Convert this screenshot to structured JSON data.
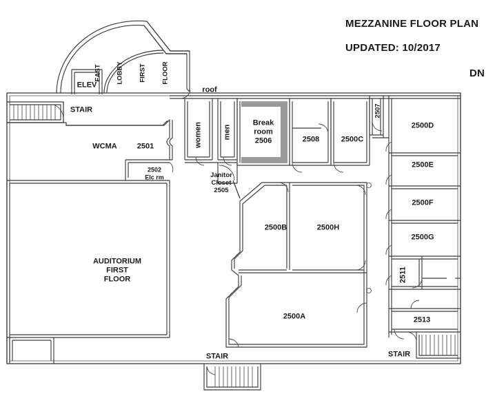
{
  "document": {
    "title": "MEZZANINE FLOOR PLAN",
    "updated": "UPDATED: 10/2017",
    "direction_marker": "DN"
  },
  "colors": {
    "wall": "#3a3a3a",
    "outer_wall": "#333333",
    "door": "#4a4a4a",
    "shaded_chase": "#9a9a9a",
    "background": "#ffffff",
    "text": "#1a1a1a"
  },
  "labels": {
    "east_lobby": "EAST\nLOBBY\nFIRST\nFLOOR",
    "east_lobby_lines": [
      "EAST",
      "LOBBY",
      "FIRST",
      "FLOOR"
    ],
    "elev": "ELEV",
    "stair_top_left": "STAIR",
    "stair_bottom_center": "STAIR",
    "stair_bottom_right": "STAIR",
    "roof": "roof",
    "wcma": "WCMA",
    "auditorium_lines": [
      "AUDITORIUM",
      "FIRST",
      "FLOOR"
    ],
    "janitor_lines": [
      "Janitor",
      "Closet",
      "2505"
    ],
    "elc_rm_lines": [
      "2502",
      "Elc rm"
    ],
    "break_room_lines": [
      "Break",
      "room",
      "2506"
    ],
    "women": "women",
    "men": "men"
  },
  "rooms": [
    {
      "id": "2501",
      "label": "2501",
      "orientation": "horizontal"
    },
    {
      "id": "2502",
      "label": "2502",
      "sublabel": "Elc rm",
      "orientation": "horizontal"
    },
    {
      "id": "2505",
      "label": "2505",
      "name": "Janitor Closet",
      "orientation": "horizontal"
    },
    {
      "id": "2506",
      "label": "2506",
      "name": "Break room",
      "orientation": "horizontal"
    },
    {
      "id": "2507",
      "label": "2507",
      "orientation": "vertical"
    },
    {
      "id": "2508",
      "label": "2508",
      "orientation": "horizontal"
    },
    {
      "id": "2500C",
      "label": "2500C",
      "orientation": "horizontal"
    },
    {
      "id": "2500D",
      "label": "2500D",
      "orientation": "horizontal"
    },
    {
      "id": "2500E",
      "label": "2500E",
      "orientation": "horizontal"
    },
    {
      "id": "2500F",
      "label": "2500F",
      "orientation": "horizontal"
    },
    {
      "id": "2500G",
      "label": "2500G",
      "orientation": "horizontal"
    },
    {
      "id": "2500B",
      "label": "2500B",
      "orientation": "horizontal"
    },
    {
      "id": "2500H",
      "label": "2500H",
      "orientation": "horizontal"
    },
    {
      "id": "2500A",
      "label": "2500A",
      "orientation": "horizontal"
    },
    {
      "id": "2511",
      "label": "2511",
      "orientation": "vertical"
    },
    {
      "id": "2513",
      "label": "2513",
      "orientation": "horizontal"
    }
  ]
}
